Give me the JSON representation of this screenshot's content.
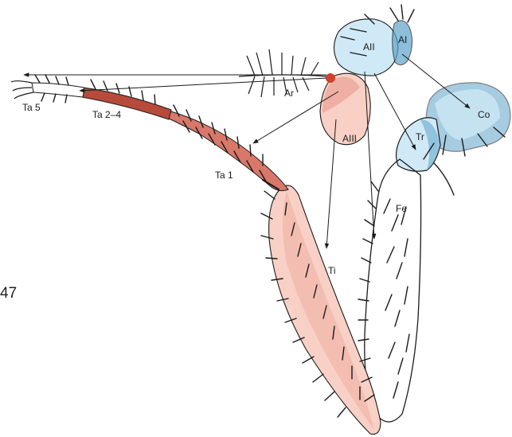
{
  "figure": {
    "number_fragment": "47"
  },
  "labels": {
    "ta5": "Ta 5",
    "ta24": "Ta 2–4",
    "ta1": "Ta 1",
    "ar": "Ar",
    "ai": "AI",
    "aii": "AII",
    "aiii": "AIII",
    "co": "Co",
    "tr": "Tr",
    "fe": "Fe",
    "ti": "Ti"
  },
  "colors": {
    "blue_fill": "#cfe9f6",
    "blue_dark": "#5ea3cb",
    "pink_fill": "#f9d0c6",
    "pink_mid": "#e79a8d",
    "red_dark": "#b84a3b",
    "red_accent": "#d0402a",
    "line": "#1a1a1a"
  }
}
